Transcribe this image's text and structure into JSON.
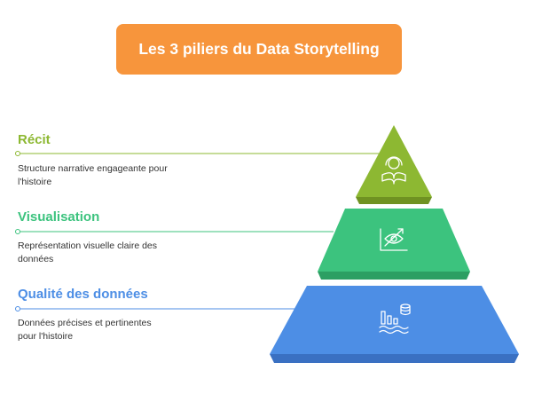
{
  "title": "Les 3 piliers du Data Storytelling",
  "pillars": [
    {
      "label": "Récit",
      "description": "Structure narrative engageante pour l'histoire",
      "color": "#8db832",
      "icon": "book-reader-icon"
    },
    {
      "label": "Visualisation",
      "description": "Représentation visuelle claire des données",
      "color": "#3cc37e",
      "icon": "chart-eye-icon"
    },
    {
      "label": "Qualité des données",
      "description": "Données précises et pertinentes pour l'histoire",
      "color": "#4d8ee5",
      "icon": "database-bars-icon"
    }
  ],
  "colors": {
    "title_bg": "#f7953c",
    "recit_shadow": "#6f9222",
    "visualisation_shadow": "#2c9f63",
    "qualite_shadow": "#3a70c2"
  }
}
